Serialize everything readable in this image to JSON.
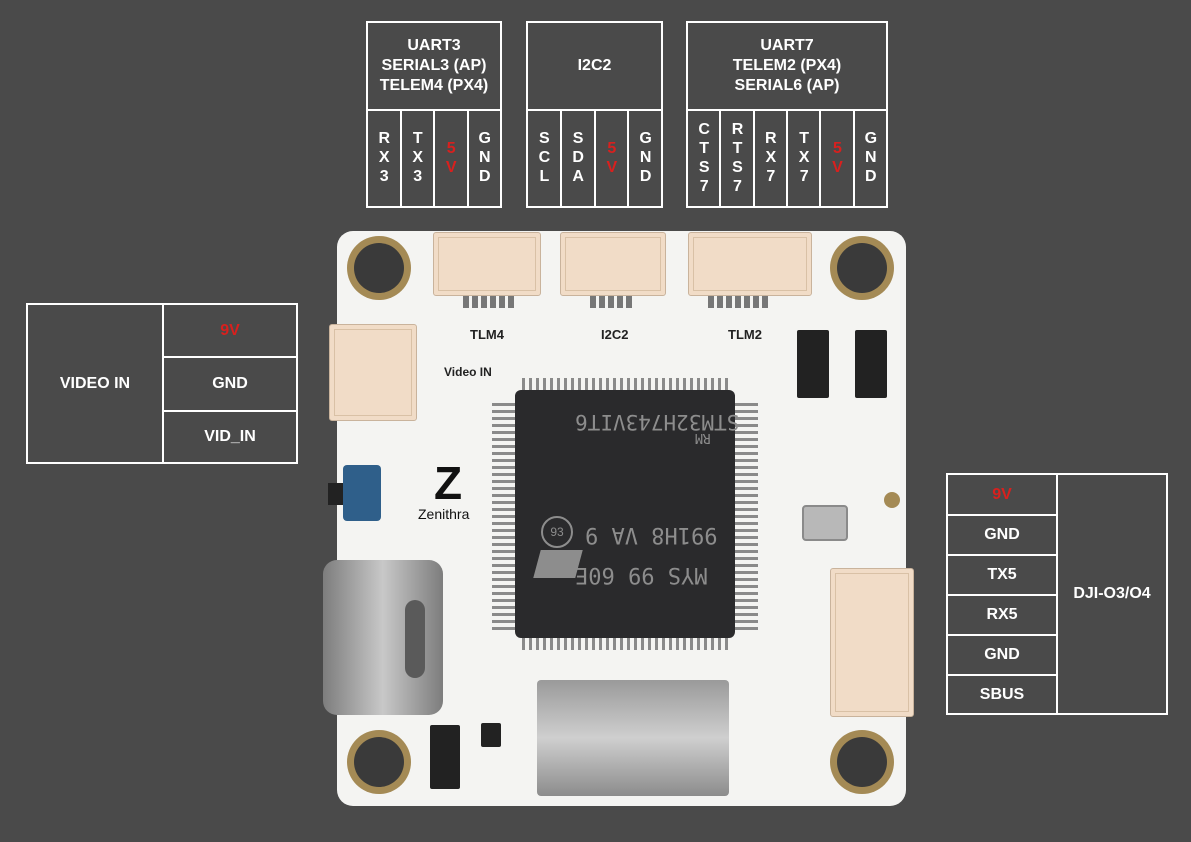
{
  "colors": {
    "background": "#4a4a4a",
    "board": "#f4f4f2",
    "voltage_red": "#d8201e",
    "border": "#ffffff"
  },
  "uart3": {
    "title_lines": [
      "UART3",
      "SERIAL3 (AP)",
      "TELEM4 (PX4)"
    ],
    "pins": [
      "RX3",
      "TX3",
      "5V",
      "GND"
    ]
  },
  "i2c2": {
    "title": "I2C2",
    "pins": [
      "SCL",
      "SDA",
      "5V",
      "GND"
    ]
  },
  "uart7": {
    "title_lines": [
      "UART7",
      "TELEM2 (PX4)",
      "SERIAL6 (AP)"
    ],
    "pins": [
      "CTS7",
      "RTS7",
      "RX7",
      "TX7",
      "5V",
      "GND"
    ]
  },
  "video_in": {
    "label": "VIDEO IN",
    "pins": [
      "9V",
      "GND",
      "VID_IN"
    ]
  },
  "dji": {
    "label": "DJI-O3/O4",
    "pins": [
      "9V",
      "GND",
      "TX5",
      "RX5",
      "GND",
      "SBUS"
    ]
  },
  "board": {
    "silk_tlm4": "TLM4",
    "silk_i2c2": "I2C2",
    "silk_tlm2": "TLM2",
    "silk_video_in": "Video IN",
    "brand_mark": "Z",
    "brand_name": "Zenithra",
    "chip_lines": [
      "STM32H743VIT6",
      "991H8 VA 9",
      "MYS 99 60E",
      "RM"
    ],
    "chip_badge": "93"
  }
}
